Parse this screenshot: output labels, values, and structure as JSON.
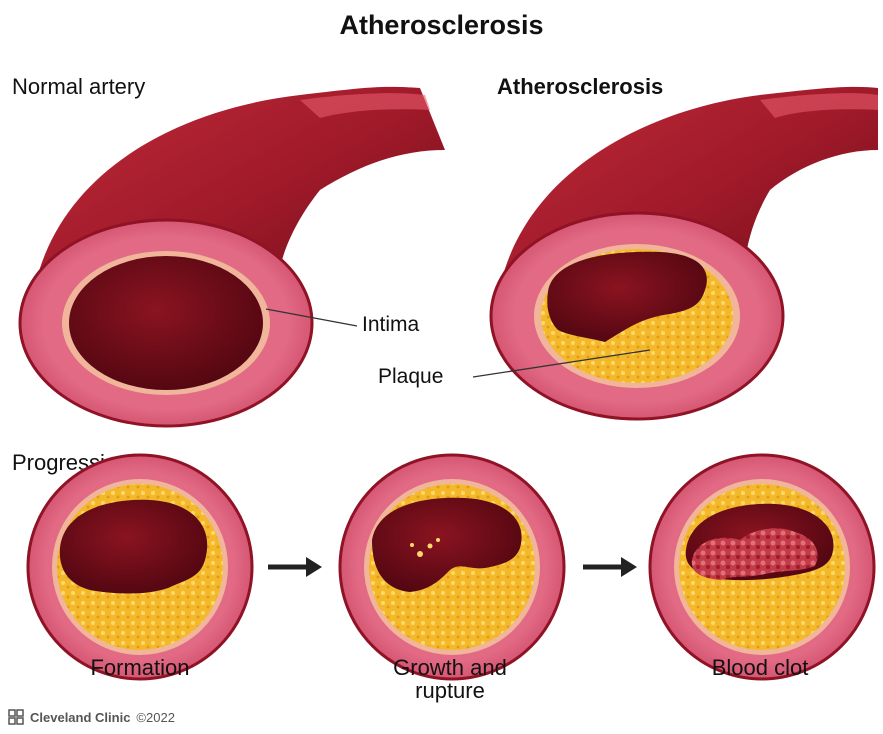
{
  "title": "Atherosclerosis",
  "panels": {
    "normal_heading": "Normal artery",
    "atherosclerosis_heading": "Atherosclerosis",
    "progression_heading": "Progression"
  },
  "labels": {
    "intima": "Intima",
    "plaque": "Plaque"
  },
  "stages": [
    {
      "label": "Formation"
    },
    {
      "label": "Growth and\nrupture"
    },
    {
      "label": "Blood clot"
    }
  ],
  "footer": {
    "brand": "Cleveland Clinic",
    "copyright": "©2022"
  },
  "colors": {
    "artery_outer": "#9e1b2a",
    "wall_ring": "#d9536e",
    "lumen": "#6e0c16",
    "intima": "#f0b59a",
    "plaque": "#f3b72b",
    "clot": "#c9404d"
  }
}
